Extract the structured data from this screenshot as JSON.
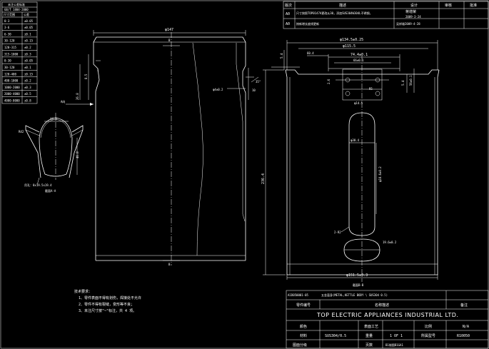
{
  "revision_table": {
    "headers": [
      "版次",
      "描述",
      "设计",
      "审核",
      "批准"
    ],
    "rows": [
      {
        "rev": "A0",
        "desc": "尺寸按照TOP0147A更改从30，添加SUS304W304L不锈钢，",
        "designer": "蒋增荣",
        "date": "2009-3-24"
      },
      {
        "rev": "A0",
        "desc": "按新增长度线更新",
        "designer": "吴祥雄2009-4-28",
        "date": ""
      }
    ]
  },
  "tolerance_table": {
    "title": "未注公差标准",
    "subtitle": "GB/T 1804-2000",
    "headers": [
      "尺寸范围",
      "公差"
    ],
    "rows": [
      [
        "0-3",
        "±0.05"
      ],
      [
        "3-6",
        "±0.05"
      ],
      [
        "6-30",
        "±0.1"
      ],
      [
        "30-120",
        "±0.15"
      ],
      [
        "120-315",
        "±0.2"
      ],
      [
        "315-1000",
        "±0.3"
      ],
      [
        "0-30",
        "±0.05"
      ],
      [
        "30-120",
        "±0.1"
      ],
      [
        "120-400",
        "±0.15"
      ],
      [
        "400-1000",
        "±0.2"
      ],
      [
        "1000-2000",
        "±0.3"
      ],
      [
        "2000-4000",
        "±0.5"
      ],
      [
        "4000-8000",
        "±0.8"
      ]
    ]
  },
  "dimensions": {
    "d147": "φ147",
    "d134": "φ134.5±0.25",
    "d115": "φ115.5",
    "d74": "74.4±0.1",
    "d66": "66±0.1",
    "d60": "60.4",
    "h56": "56±0.1",
    "h5": "5.4",
    "h236": "236.4",
    "d18": "φ18.6±0.2",
    "d30": "φ30.4",
    "d14": "φ14.5",
    "d19": "19.6±0.2",
    "b151": "φ151.5±0.3",
    "d4": "φ4±0.2",
    "h26": "26.8",
    "a35": "35°",
    "h8": "8.5",
    "r42": "R42",
    "h10": "10",
    "h2": "2.6",
    "h4": "5.4",
    "h46": "46.8",
    "d44": "44.8",
    "hang_label": "吊孔：8x19.5x19.4",
    "section_a": "截面A-A",
    "section_b": "截面B-B",
    "view_a": "A向",
    "r2": "2-R2",
    "r5": "R5"
  },
  "notes": {
    "title": "技术要求：",
    "items": [
      "1、零件表面不得有划伤，焊接处不允许",
      "2、零件不得有裂缝，变形等不良；",
      "3、未注尺寸按\"~\"标注，共 4 项。"
    ]
  },
  "title_block": {
    "drawing_no": "A1D050001-05",
    "part_name_en": "五金壶身(METAL,KETTLE BODY \\ SUS304 0.5)",
    "label_part_no": "零件编号",
    "label_part_name": "名称描述",
    "label_remark": "备注",
    "company": "TOP ELECTRIC APPLIANCES INDUSTRIAL LTD.",
    "label_color": "颜色",
    "label_surface": "表面工艺",
    "label_scale": "比例",
    "scale_value": "N/A",
    "label_material": "材料",
    "material_value": "SUS304/0.5",
    "label_weight": "重量",
    "quantity": "1 OF 1",
    "label_model": "所属型号",
    "model_value": "R10050",
    "label_drawn": "图面分级",
    "label_page": "页数",
    "drawn_value": "B1制图B1GA1"
  }
}
